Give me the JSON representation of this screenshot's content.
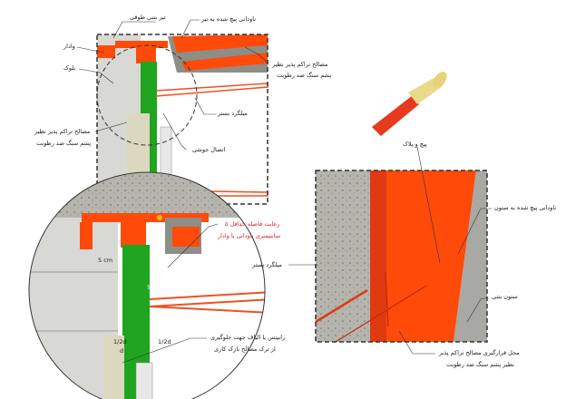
{
  "labels": {
    "ring_beam": "تیر بتنی طوقی",
    "channel_to_beam": "ناودانی پیچ شده به تیر",
    "stud": "وادار",
    "block": "بلوک",
    "compressible_top_1": "مصالح تراکم پذیر نظیر",
    "compressible_top_2": "پشم سنگ ضد رطوبت",
    "compressible_left_1": "مصالح تراکم پذیر نظیر",
    "compressible_left_2": "پشم سنگ ضد رطوبت",
    "bed_rebar": "میلگرد بستر",
    "weld_joint": "اتصال جوشی",
    "min_gap_1": "رعایت فاصله حداقل ۵",
    "min_gap_2": "سانتیمتری ناودانی با وادار",
    "mesh_1": "رابیتس یا الیاف جهت جلوگیری",
    "mesh_2": "از ترک مصالح نازک کاری",
    "dim_5cm_a": "5 cm",
    "dim_5cm_b": "5 cm",
    "dim_half_d_a": "1/2d",
    "dim_d": "d",
    "dim_half_d_b": "1/2d",
    "bolt_anchor": "پیچ و پلاک",
    "channel_to_column": "ناودانی پیچ شده به ستون",
    "bed_rebar_right": "میلگرد بستر",
    "concrete_column": "ستون بتنی",
    "placement_1": "محل قرارگیری مصالح تراکم پذیر",
    "placement_2": "نظیر پشم سنگ ضد رطوبت"
  },
  "colors": {
    "orange": "#ff4a0a",
    "green": "#1fa51f",
    "concrete": "#b9b9b2",
    "block": "#d8d8d4",
    "red_text": "#e0202a"
  }
}
